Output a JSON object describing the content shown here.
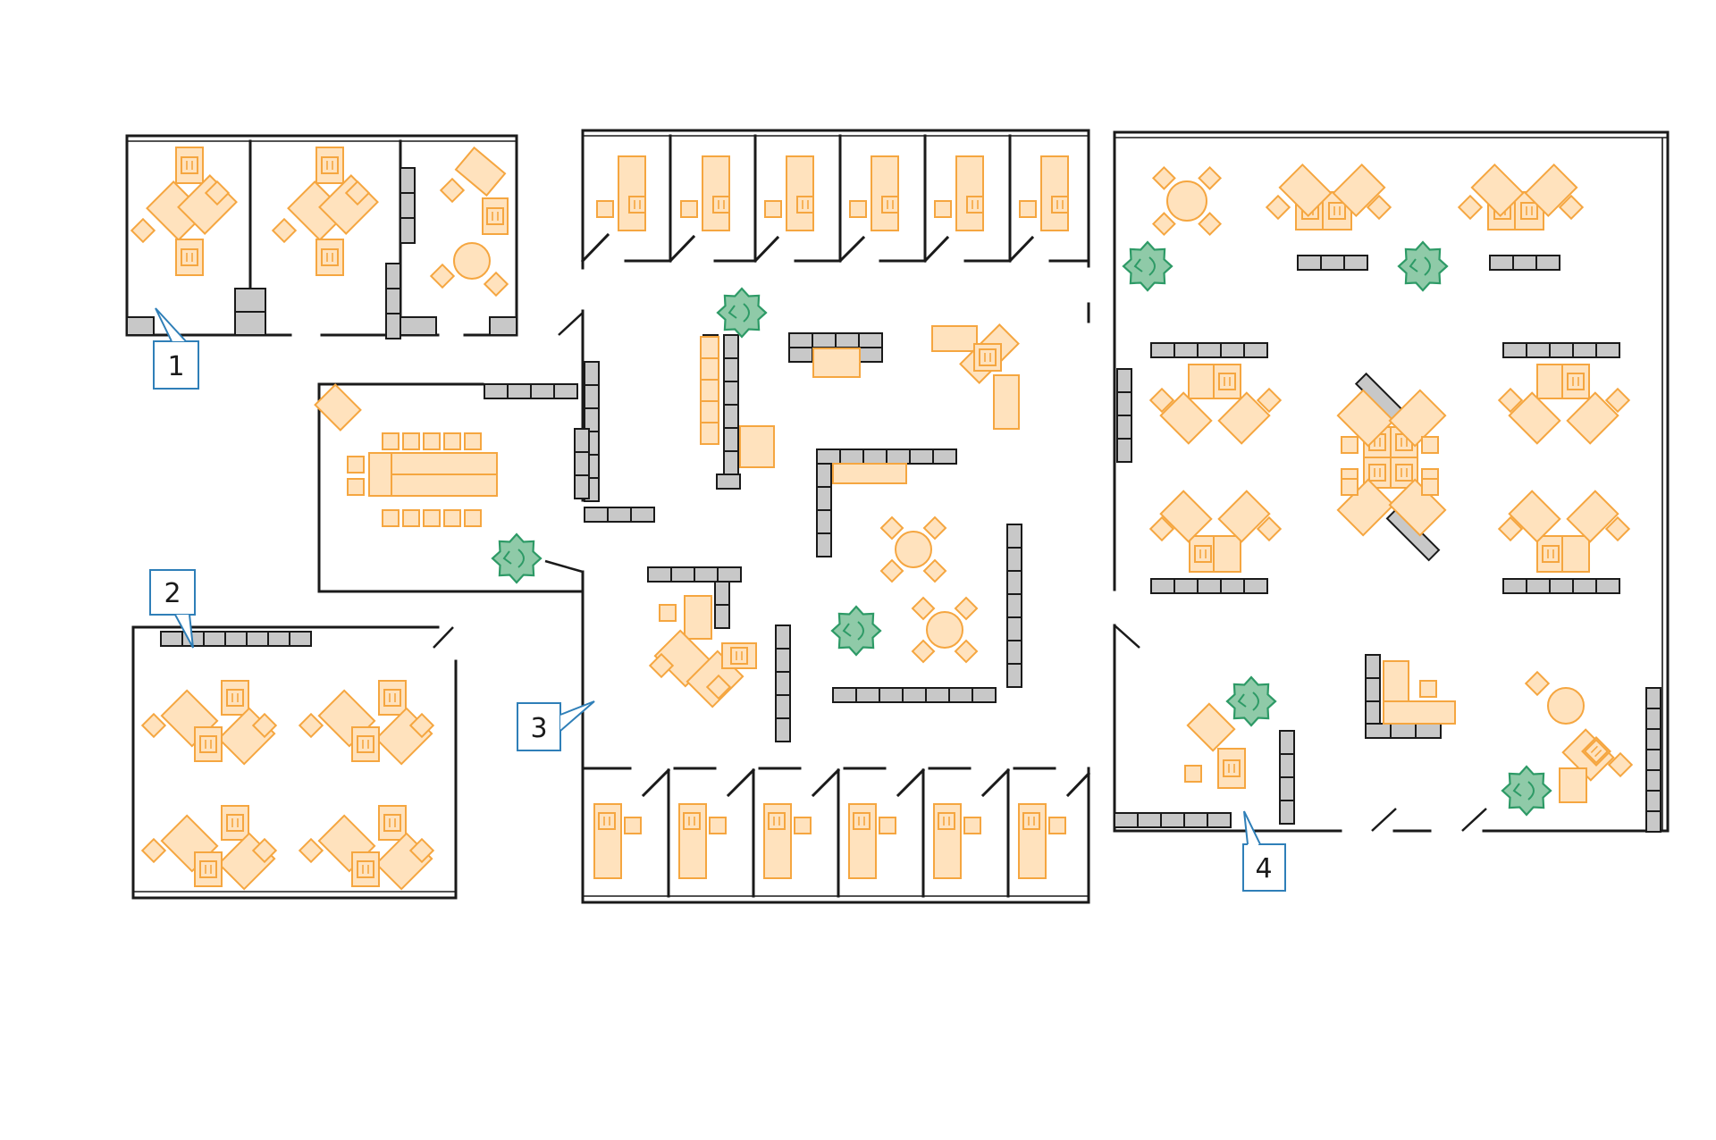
{
  "callouts": [
    {
      "label": "1"
    },
    {
      "label": "2"
    },
    {
      "label": "3"
    },
    {
      "label": "4"
    }
  ],
  "colors": {
    "furniture_fill": "#ffe2bd",
    "furniture_stroke": "#f5a640",
    "storage_fill": "#c8c8c8",
    "plant_fill": "#8fcaa8",
    "plant_stroke": "#2d9a66",
    "callout_stroke": "#2f7fb8",
    "wall": "#1a1a1a"
  },
  "icons": {
    "plant": "plant-icon",
    "desk": "desk-icon",
    "chair": "chair-icon",
    "storage": "storage-cabinet-icon"
  }
}
